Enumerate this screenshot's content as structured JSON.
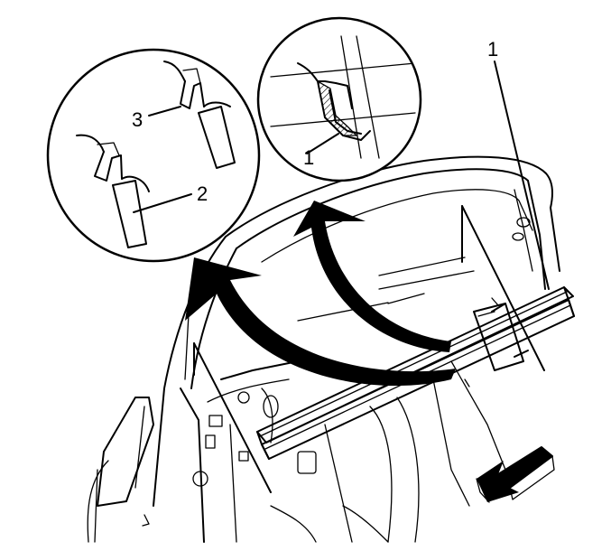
{
  "callouts": {
    "inset_left_top": "3",
    "inset_left_bottom": "2",
    "inset_right": "1",
    "main_part": "1"
  },
  "colors": {
    "line": "#000000",
    "background": "#ffffff",
    "arrow_fill": "#000000"
  },
  "icons": {
    "direction_arrow": "front-direction-arrow-icon"
  }
}
